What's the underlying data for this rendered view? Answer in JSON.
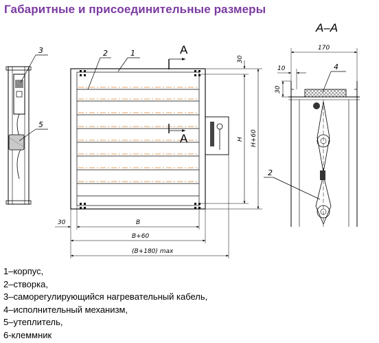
{
  "title": "Габаритные и присоединительные размеры",
  "section_label": "А–А",
  "section_marks": {
    "top": "А",
    "bottom": "А"
  },
  "callouts": [
    "1",
    "2",
    "3",
    "4",
    "5",
    "2"
  ],
  "dimensions": {
    "d30_top": "30",
    "d30_left": "30",
    "H": "H",
    "H60": "H+60",
    "B": "B",
    "B60": "B+60",
    "B180": "(B+180) max",
    "d170": "170",
    "d10": "10",
    "d30_sec": "30"
  },
  "legend": [
    "1–корпус,",
    "2–створка,",
    "3–саморегулирующийся нагревательный  кабель,",
    "4–исполнительный механизм,",
    "5–утеплитель,",
    "6-клеммник"
  ],
  "colors": {
    "title": "#7a3aa0",
    "blade": "#e3a060",
    "insulation": "#c9c9c9"
  }
}
